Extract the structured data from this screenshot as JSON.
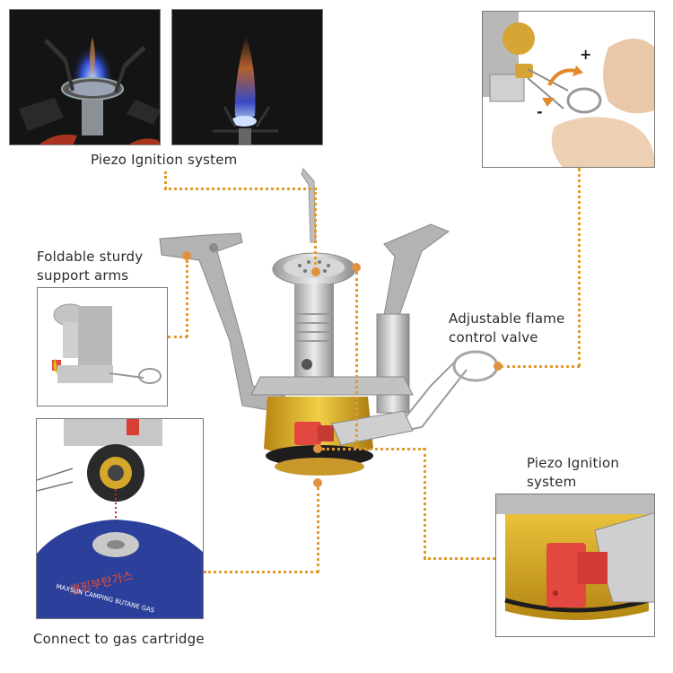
{
  "labels": {
    "top_piezo": "Piezo Ignition system",
    "support_arms_line1": "Foldable sturdy",
    "support_arms_line2": "support arms",
    "flame_valve_line1": "Adjustable flame",
    "flame_valve_line2": "control valve",
    "bottom_piezo_line1": "Piezo Ignition",
    "bottom_piezo_line2": "system",
    "gas_cartridge": "Connect to gas cartridge"
  },
  "valve_detail": {
    "plus": "+",
    "minus": "-"
  },
  "cartridge": {
    "brand_korean": "캠핑부탄가스",
    "brand_english": "MAXSUN CAMPING BUTANE GAS"
  },
  "colors": {
    "connector": "#e39a2d",
    "marker": "#e0913f",
    "brass": "#d9a92a",
    "ignition_button": "#e2483f",
    "cartridge_blue": "#2c3f9a"
  }
}
